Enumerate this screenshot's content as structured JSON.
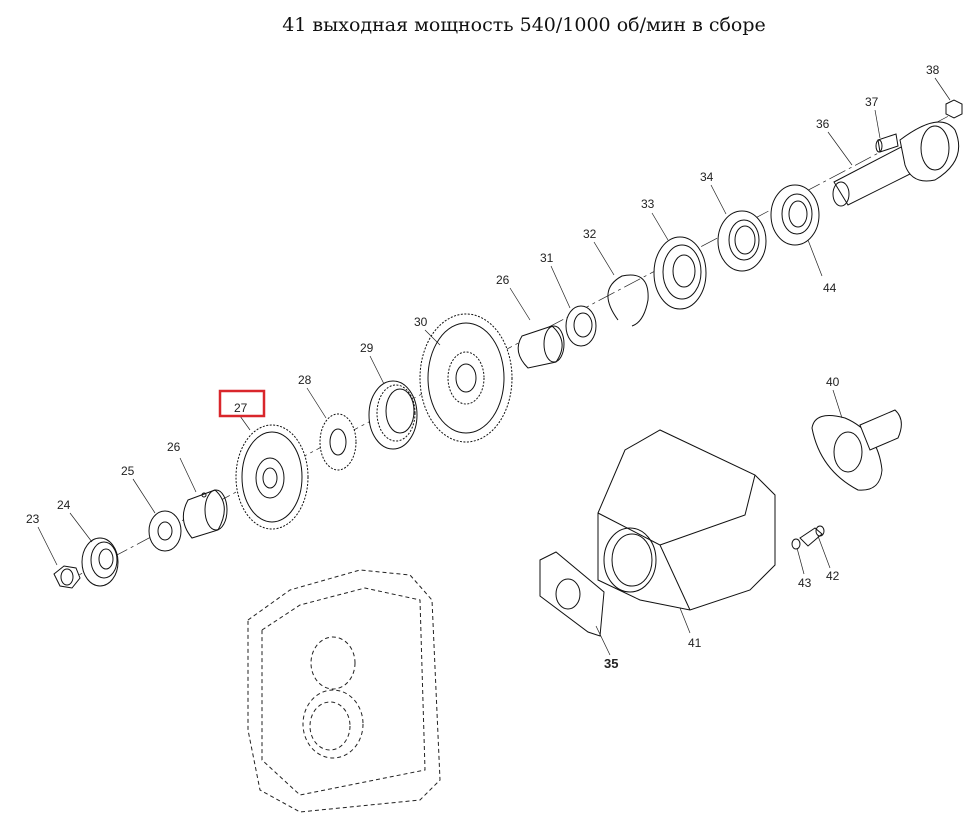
{
  "title": "41 выходная мощность 540/1000 об/мин в сборе",
  "callouts": {
    "p23": "23",
    "p24": "24",
    "p25": "25",
    "p26a": "26",
    "p27": "27",
    "p28": "28",
    "p29": "29",
    "p30": "30",
    "p26b": "26",
    "p31": "31",
    "p32": "32",
    "p33": "33",
    "p34": "34",
    "p44": "44",
    "p36": "36",
    "p37": "37",
    "p38": "38",
    "p40": "40",
    "p41": "41",
    "p35": "35",
    "p42": "42",
    "p43": "43"
  },
  "highlight": {
    "part": "27",
    "color": "#d9262b"
  }
}
